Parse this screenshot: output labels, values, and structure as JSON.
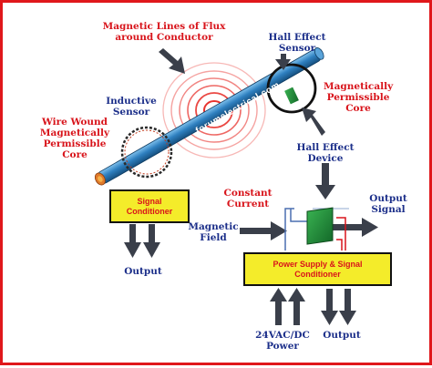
{
  "labels": {
    "flux": [
      "Magnetic Lines of Flux",
      "around Conductor"
    ],
    "hall_sensor": [
      "Hall Effect",
      "Sensor"
    ],
    "inductive_sensor": [
      "Inductive",
      "Sensor"
    ],
    "wire_wound": [
      "Wire Wound",
      "Magnetically",
      "Permissible",
      "Core"
    ],
    "mag_core": [
      "Magnetically",
      "Permissible",
      "Core"
    ],
    "hall_device": [
      "Hall Effect",
      "Device"
    ],
    "constant_current": [
      "Constant",
      "Current"
    ],
    "output_signal": [
      "Output",
      "Signal"
    ],
    "magnetic_field": [
      "Magnetic",
      "Field"
    ],
    "output_left": "Output",
    "power_in": [
      "24VAC/DC",
      "Power"
    ],
    "output_bottom": "Output"
  },
  "boxes": {
    "signal_conditioner": [
      "Signal",
      "Conditioner"
    ],
    "power_supply": [
      "Power Supply & Signal",
      "Conditioner"
    ]
  },
  "watermark": "forumelectrical.com",
  "colors": {
    "border": "#e0171b",
    "label_red": "#d8141b",
    "label_blue": "#1c2f8a",
    "box_fill": "#f4ec2a",
    "conductor": "#2f80c0",
    "conductor_tip": "#e07a2a",
    "flux_rings": "#e8342f",
    "hall_device": "#1e8a3a",
    "arrow": "#3a3f4a"
  }
}
